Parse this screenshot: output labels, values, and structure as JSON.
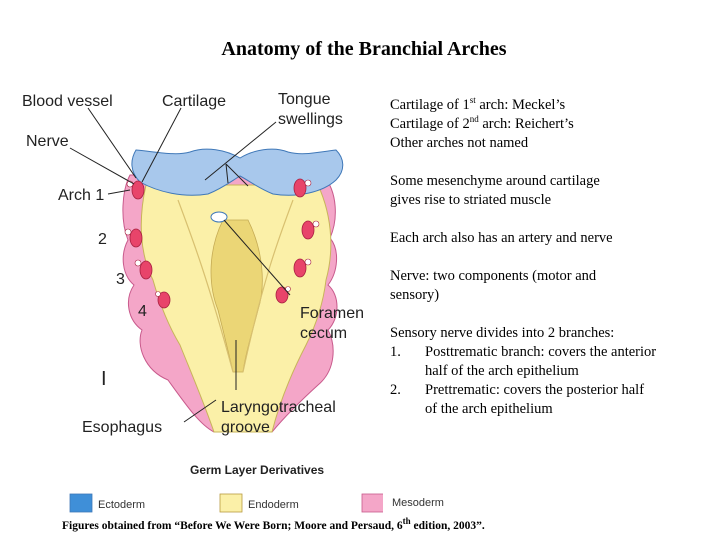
{
  "title": "Anatomy of the Branchial Arches",
  "figure": {
    "labels": {
      "blood_vessel": "Blood vessel",
      "cartilage": "Cartilage",
      "tongue_1": "Tongue",
      "tongue_2": "swellings",
      "nerve": "Nerve",
      "arch1": "Arch 1",
      "arch2": "2",
      "arch3": "3",
      "arch4": "4",
      "roman": "I",
      "foramen_1": "Foramen",
      "foramen_2": "cecum",
      "esophagus": "Esophagus",
      "laryngo_1": "Laryngotracheal",
      "laryngo_2": "groove"
    },
    "legend_title": "Germ Layer Derivatives",
    "legend": [
      {
        "label": "Ectoderm",
        "color": "#3f8fd8"
      },
      {
        "label": "Endoderm",
        "color": "#fbf0a8"
      },
      {
        "label": "Mesoderm",
        "color": "#f4a6c8"
      }
    ]
  },
  "notes": {
    "line1_a": "Cartilage of 1",
    "line1_sup": "st",
    "line1_b": " arch:  Meckel’s",
    "line2_a": "Cartilage of 2",
    "line2_sup": "nd",
    "line2_b": " arch:  Reichert’s",
    "line3": "Other arches not named",
    "para2_1": "Some mesenchyme around cartilage",
    "para2_2": "gives rise to striated muscle",
    "para3": "Each arch also has an artery and nerve",
    "para4_1": "Nerve:  two components (motor and",
    "para4_2": "sensory)",
    "para5": "Sensory nerve divides into 2 branches:",
    "list": [
      {
        "num": "1.",
        "line1": "Posttrematic branch: covers the anterior",
        "line2": "half of the arch epithelium"
      },
      {
        "num": "2.",
        "line1": "Prettrematic: covers the posterior half",
        "line2": "of the arch epithelium"
      }
    ]
  },
  "caption": {
    "text_a": "Figures obtained from “Before We Were Born; Moore and Persaud, 6",
    "sup": "th",
    "text_b": " edition, 2003”."
  }
}
